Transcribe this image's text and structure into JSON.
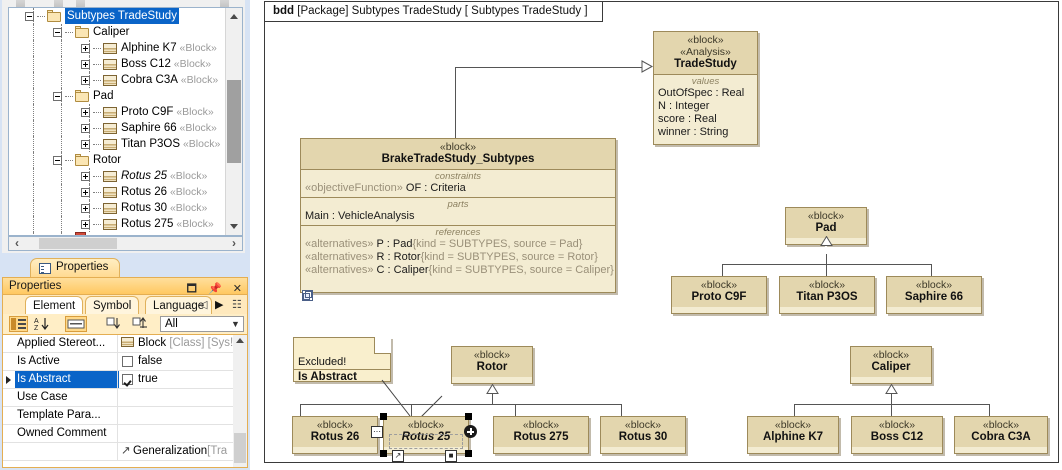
{
  "tree": {
    "nodes": [
      {
        "label": "Subtypes TradeStudy",
        "stereotype": "",
        "depth": 0,
        "type": "folder",
        "selected": true,
        "expander": "minus",
        "italic": false
      },
      {
        "label": "Caliper",
        "stereotype": "",
        "depth": 1,
        "type": "folder",
        "selected": false,
        "expander": "minus",
        "italic": false
      },
      {
        "label": "Alphine K7",
        "stereotype": "«Block»",
        "depth": 2,
        "type": "block",
        "selected": false,
        "expander": "plus",
        "italic": false
      },
      {
        "label": "Boss C12",
        "stereotype": "«Block»",
        "depth": 2,
        "type": "block",
        "selected": false,
        "expander": "plus",
        "italic": false
      },
      {
        "label": "Cobra C3A",
        "stereotype": "«Block»",
        "depth": 2,
        "type": "block",
        "selected": false,
        "expander": "plus",
        "italic": false
      },
      {
        "label": "Pad",
        "stereotype": "",
        "depth": 1,
        "type": "folder",
        "selected": false,
        "expander": "minus",
        "italic": false
      },
      {
        "label": "Proto C9F",
        "stereotype": "«Block»",
        "depth": 2,
        "type": "block",
        "selected": false,
        "expander": "plus",
        "italic": false
      },
      {
        "label": "Saphire 66",
        "stereotype": "«Block»",
        "depth": 2,
        "type": "block",
        "selected": false,
        "expander": "plus",
        "italic": false
      },
      {
        "label": "Titan P3OS",
        "stereotype": "«Block»",
        "depth": 2,
        "type": "block",
        "selected": false,
        "expander": "plus",
        "italic": false
      },
      {
        "label": "Rotor",
        "stereotype": "",
        "depth": 1,
        "type": "folder",
        "selected": false,
        "expander": "minus",
        "italic": false
      },
      {
        "label": "Rotus 25",
        "stereotype": "«Block»",
        "depth": 2,
        "type": "block",
        "selected": false,
        "expander": "plus",
        "italic": true
      },
      {
        "label": "Rotus 26",
        "stereotype": "«Block»",
        "depth": 2,
        "type": "block",
        "selected": false,
        "expander": "plus",
        "italic": false
      },
      {
        "label": "Rotus 30",
        "stereotype": "«Block»",
        "depth": 2,
        "type": "block",
        "selected": false,
        "expander": "plus",
        "italic": false
      },
      {
        "label": "Rotus 275",
        "stereotype": "«Block»",
        "depth": 2,
        "type": "block",
        "selected": false,
        "expander": "plus",
        "italic": false
      }
    ]
  },
  "properties": {
    "tab_label": "Properties",
    "title": "Properties",
    "title_buttons": [
      "restore-icon",
      "pin-icon",
      "close-icon"
    ],
    "tabs": [
      {
        "label": "Element",
        "active": true
      },
      {
        "label": "Symbol",
        "active": false
      },
      {
        "label": "Language",
        "active": false
      }
    ],
    "nav_icons": [
      "prev-icon",
      "next-icon",
      "menu-icon"
    ],
    "toolbar": {
      "filter_value": "All",
      "buttons": [
        "group-by-icon",
        "sort-az-icon",
        "show-description-icon",
        "expand-all-icon",
        "collapse-all-icon"
      ]
    },
    "rows": [
      {
        "key": "Applied Stereot...",
        "value": "Block",
        "value_suffix": "[Class] [Sys!",
        "kind": "stereotype",
        "selected": false
      },
      {
        "key": "Is Active",
        "value": "false",
        "kind": "checkbox",
        "checked": false,
        "selected": false
      },
      {
        "key": "Is Abstract",
        "value": "true",
        "kind": "checkbox",
        "checked": true,
        "selected": true
      },
      {
        "key": "Use Case",
        "value": "",
        "kind": "text",
        "selected": false
      },
      {
        "key": "Template Para...",
        "value": "",
        "kind": "text",
        "selected": false
      },
      {
        "key": "Owned Comment",
        "value": "",
        "kind": "text",
        "selected": false
      },
      {
        "key": "",
        "value": "Generalization",
        "value_suffix": "[Tra",
        "kind": "relation",
        "selected": false
      }
    ]
  },
  "diagram": {
    "frame_label_prefix": "bdd",
    "frame_label": "[Package] Subtypes TradeStudy [ Subtypes TradeStudy ]",
    "blocks": {
      "trade_study": {
        "stereotypes": [
          "«block»",
          "«Analysis»"
        ],
        "name": "TradeStudy",
        "sections": [
          {
            "caption": "values",
            "lines": [
              "OutOfSpec : Real",
              "N : Integer",
              "score : Real",
              "winner : String"
            ]
          }
        ]
      },
      "brake_trade_study": {
        "stereotype": "«block»",
        "name": "BrakeTradeStudy_Subtypes",
        "sections": [
          {
            "caption": "constraints",
            "lines": [
              {
                "pre": "«objectiveFunction»",
                "main": " OF : Criteria",
                "post": ""
              }
            ]
          },
          {
            "caption": "parts",
            "lines": [
              {
                "pre": "",
                "main": "Main : VehicleAnalysis",
                "post": ""
              }
            ]
          },
          {
            "caption": "references",
            "lines": [
              {
                "pre": "«alternatives»",
                "main": " P : Pad",
                "post": "{kind = SUBTYPES, source = Pad}"
              },
              {
                "pre": "«alternatives»",
                "main": " R : Rotor",
                "post": "{kind = SUBTYPES, source = Rotor}"
              },
              {
                "pre": "«alternatives»",
                "main": " C : Caliper",
                "post": "{kind = SUBTYPES, source = Caliper}"
              }
            ]
          }
        ]
      },
      "pad": {
        "stereotype": "«block»",
        "name": "Pad"
      },
      "proto_c9f": {
        "stereotype": "«block»",
        "name": "Proto C9F"
      },
      "titan_p3os": {
        "stereotype": "«block»",
        "name": "Titan P3OS"
      },
      "saphire_66": {
        "stereotype": "«block»",
        "name": "Saphire 66"
      },
      "rotor": {
        "stereotype": "«block»",
        "name": "Rotor"
      },
      "rotus_26": {
        "stereotype": "«block»",
        "name": "Rotus 26"
      },
      "rotus_25": {
        "stereotype": "«block»",
        "name": "Rotus 25",
        "italic": true,
        "selected": true
      },
      "rotus_275": {
        "stereotype": "«block»",
        "name": "Rotus 275"
      },
      "rotus_30": {
        "stereotype": "«block»",
        "name": "Rotus 30"
      },
      "caliper": {
        "stereotype": "«block»",
        "name": "Caliper"
      },
      "alphine_k7": {
        "stereotype": "«block»",
        "name": "Alphine K7"
      },
      "boss_c12": {
        "stereotype": "«block»",
        "name": "Boss C12"
      },
      "cobra_c3a": {
        "stereotype": "«block»",
        "name": "Cobra C3A"
      }
    },
    "note": {
      "line1": "Excluded!",
      "line2": "Is Abstract"
    }
  },
  "colors": {
    "block_fill": "#f3ecd2",
    "block_header_fill": "#e3d6ae",
    "block_border": "#9d8a5a",
    "selection_blue": "#0a64c8",
    "panel_title_orange": "#ffd98a",
    "desktop_blue": "#d7e3f4"
  }
}
